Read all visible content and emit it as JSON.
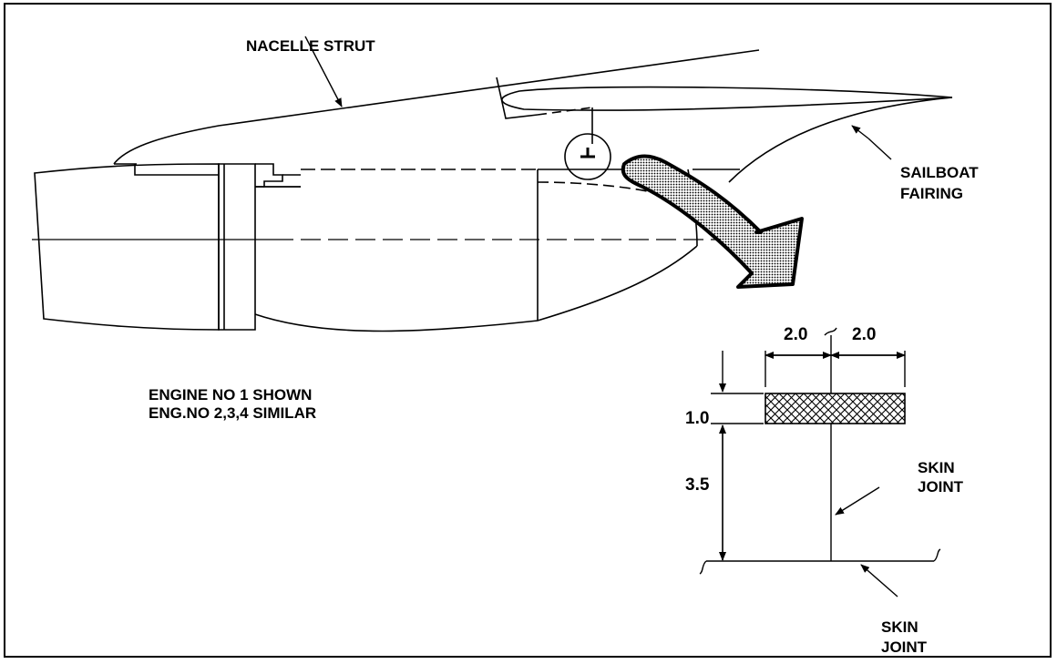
{
  "labels": {
    "nacelle_strut": "NACELLE STRUT",
    "sailboat_fairing_line1": "SAILBOAT",
    "sailboat_fairing_line2": "FAIRING",
    "engine_note_line1": "ENGINE NO 1 SHOWN",
    "engine_note_line2": "ENG.NO 2,3,4 SIMILAR",
    "skin_joint_upper_line1": "SKIN",
    "skin_joint_upper_line2": "JOINT",
    "skin_joint_lower_line1": "SKIN",
    "skin_joint_lower_line2": "JOINT"
  },
  "dimensions": {
    "width_left": "2.0",
    "width_right": "2.0",
    "height": "1.0",
    "offset": "3.5"
  }
}
